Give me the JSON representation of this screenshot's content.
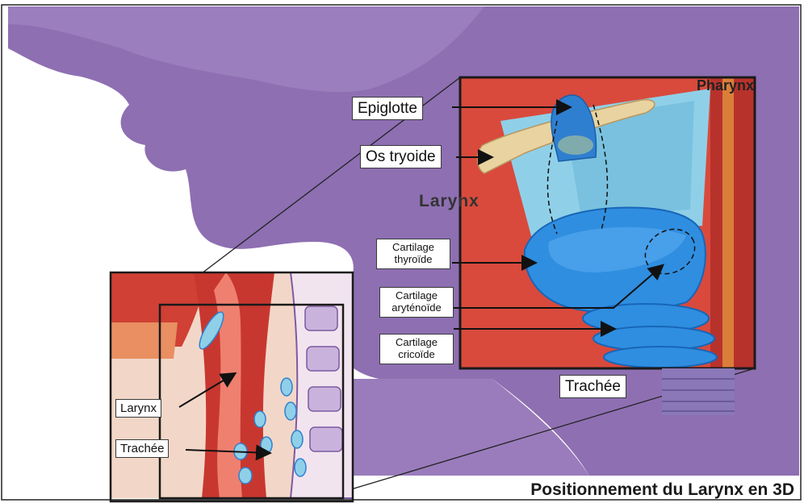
{
  "labels": {
    "epiglotte": "Epiglotte",
    "os_tryoide": "Os tryoide",
    "larynx_heading": "Larynx",
    "cartilage_thyroide": "Cartilage thyroïde",
    "cartilage_arytenoide": "Cartilage aryténoïde",
    "cartilage_cricoide": "Cartilage cricoïde",
    "pharynx": "Pharynx",
    "trachee": "Trachée",
    "inset_larynx": "Larynx",
    "inset_trachee": "Trachée"
  },
  "caption": "Positionnement du Larynx en 3D",
  "colors": {
    "background_purple": "#8e6fb2",
    "cartilage_blue": "#2f8ee0",
    "bone_tan": "#e9d3a0",
    "muscle_red": "#c8372f"
  }
}
